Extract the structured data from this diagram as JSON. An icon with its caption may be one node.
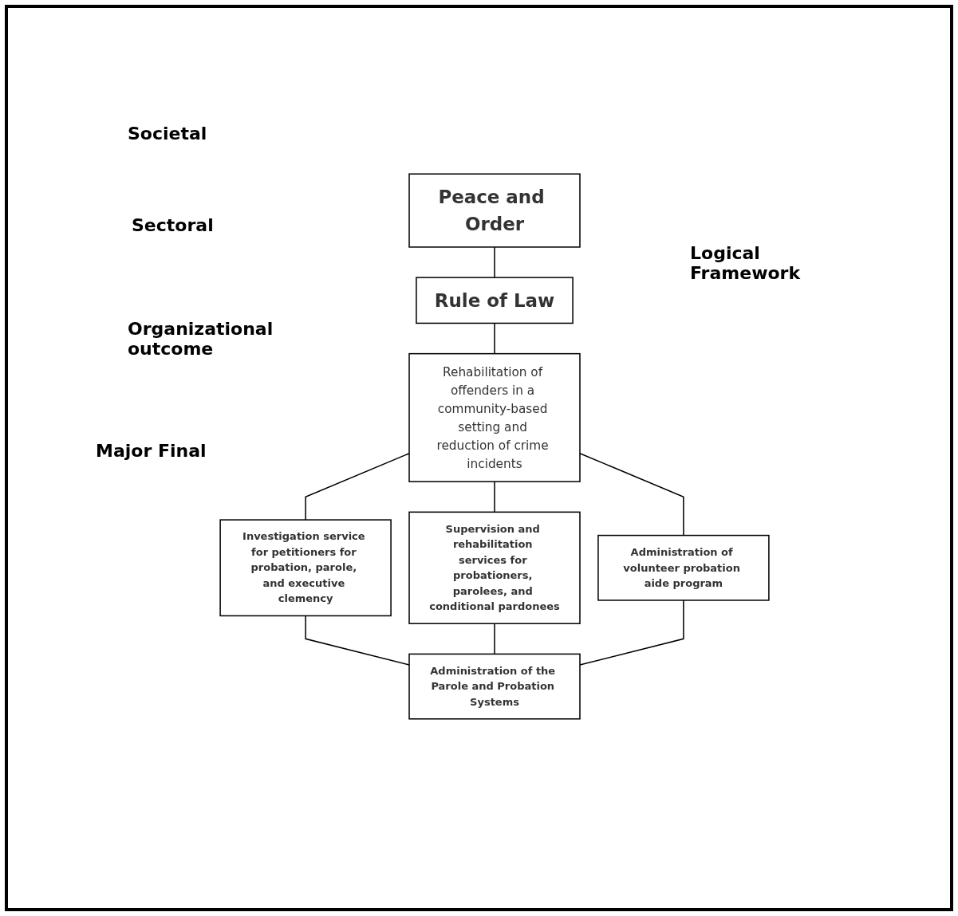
{
  "diagram": {
    "nodes": [
      {
        "text": [
          "Peace and Order"
        ]
      },
      {
        "text": [
          "Rule of Law"
        ]
      },
      {
        "text": [
          "Rehabilitation of offenders in a community-based setting and reduction of crime incidents"
        ]
      },
      {
        "text": [
          "Investigation service for petitioners for probation, parole, and executive clemency"
        ]
      },
      {
        "text": [
          "Supervision and rehabilitation services for probationers, parolees, and conditional pardonees"
        ]
      },
      {
        "text": [
          "Administration of volunteer probation aide program"
        ]
      },
      {
        "text": [
          "Administration of the Parole and Probation Systems"
        ]
      }
    ],
    "edges": [
      {
        "from": 0,
        "to": 1,
        "arrow": "none"
      },
      {
        "from": 1,
        "to": 2,
        "arrow": "none"
      },
      {
        "from": 2,
        "to": 3,
        "arrow": "none"
      },
      {
        "from": 2,
        "to": 4,
        "arrow": "none"
      },
      {
        "from": 2,
        "to": 5,
        "arrow": "none"
      },
      {
        "from": 3,
        "to": 6,
        "arrow": "none"
      },
      {
        "from": 4,
        "to": 6,
        "arrow": "none"
      },
      {
        "from": 5,
        "to": 6,
        "arrow": "none"
      }
    ],
    "labels": [
      "Societal",
      "Sectoral",
      "Logical Framework",
      "Organizational outcome",
      "Major Final"
    ]
  }
}
